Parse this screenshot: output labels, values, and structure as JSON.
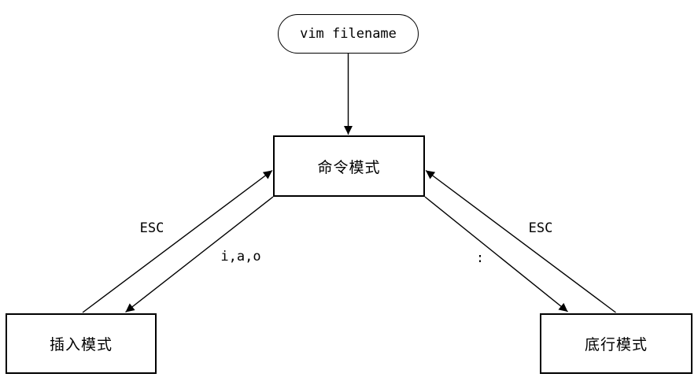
{
  "colors": {
    "background": "#ffffff",
    "line": "#000000"
  },
  "nodes": {
    "start": {
      "label": "vim filename"
    },
    "command": {
      "label": "命令模式"
    },
    "insert": {
      "label": "插入模式"
    },
    "bottomline": {
      "label": "底行模式"
    }
  },
  "edges": {
    "insert_to_command": {
      "label": "ESC"
    },
    "command_to_insert": {
      "label": "i,a,o"
    },
    "bottomline_to_command": {
      "label": "ESC"
    },
    "command_to_bottomline": {
      "label": ":"
    }
  }
}
